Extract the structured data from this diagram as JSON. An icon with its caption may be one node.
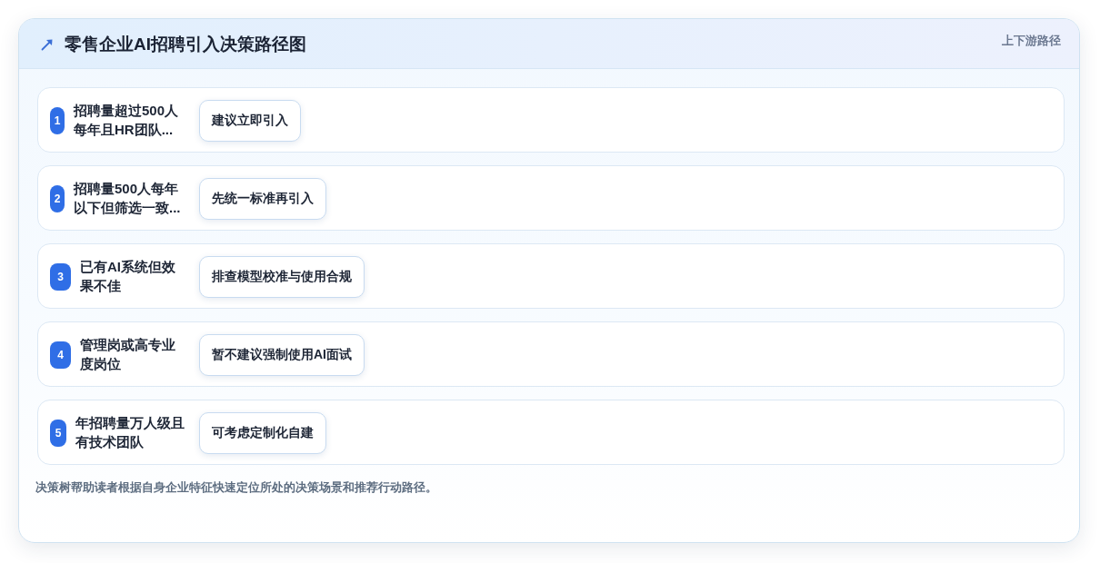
{
  "diagram": {
    "title": "零售企业AI招聘引入决策路径图",
    "caption": "决策树帮助读者根据自身企业特征快速定位所处的决策场景和推荐行动路径。",
    "nodes": [
      {
        "text": [
          "招聘量超过500人每年且HR团队..."
        ]
      },
      {
        "text": [
          "1"
        ],
        "in": 0
      },
      {
        "text": [
          "建议立即引入"
        ],
        "in": 0
      },
      {
        "text": [
          "招聘量500人每年以下但筛选一致..."
        ]
      },
      {
        "text": [
          "2"
        ],
        "in": 3
      },
      {
        "text": [
          "先统一标准再引入"
        ],
        "in": 3
      },
      {
        "text": [
          "已有AI系统但效果不佳"
        ]
      },
      {
        "text": [
          "3"
        ],
        "in": 6
      },
      {
        "text": [
          "排查模型校准与使用合规"
        ],
        "in": 6
      },
      {
        "text": [
          "管理岗或高专业度岗位"
        ]
      },
      {
        "text": [
          "4"
        ],
        "in": 9
      },
      {
        "text": [
          "暂不建议强制使用AI面试"
        ],
        "in": 9
      },
      {
        "text": [
          "年招聘量万人级且有技术团队"
        ]
      },
      {
        "text": [
          "5"
        ],
        "in": 12
      },
      {
        "text": [
          "可考虑定制化自建"
        ],
        "in": 12
      }
    ],
    "labels": [
      "上下游路径"
    ]
  }
}
